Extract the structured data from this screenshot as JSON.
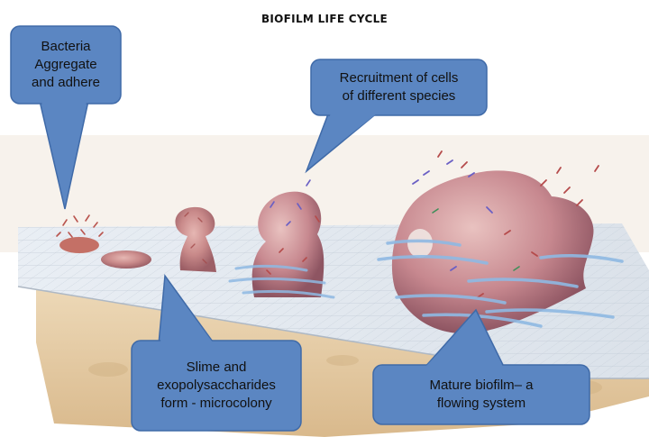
{
  "title": "BIOFILM LIFE CYCLE",
  "callouts": {
    "aggregate": [
      "Bacteria",
      "Aggregate",
      "and adhere"
    ],
    "recruitment": [
      "Recruitment of cells",
      "of different species"
    ],
    "microcolony": [
      "Slime and",
      "exopolysaccharides",
      "form - microcolony"
    ],
    "mature": [
      "Mature biofilm– a",
      "flowing system"
    ]
  },
  "colors": {
    "callout_fill": "#5b86c2",
    "callout_stroke": "#3f6aa8",
    "surface": "#e7ecf2",
    "grid": "#c4cdd8",
    "substrate": "#ecd7b4",
    "biofilm": "#c98a8a",
    "flow": "#8fb9e3"
  }
}
